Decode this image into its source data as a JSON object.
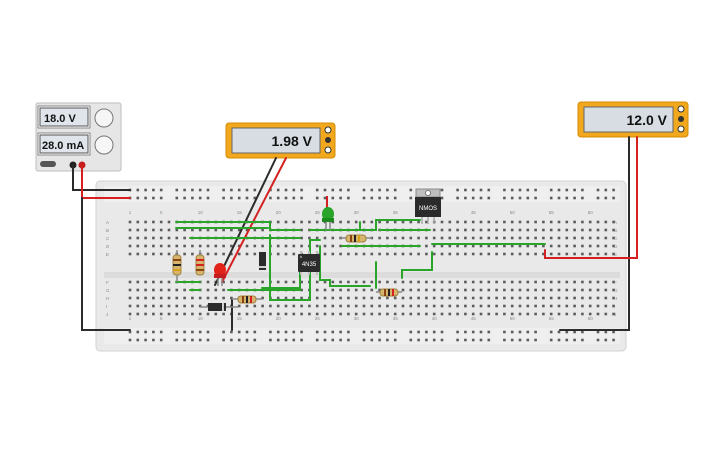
{
  "power_supply": {
    "voltage": "18.0 V",
    "current": "28.0 mA"
  },
  "meter_left": {
    "reading": "1.98 V"
  },
  "meter_right": {
    "reading": "12.0 V"
  },
  "chip_label": "4N35",
  "transistor_label": "NMOS",
  "breadboard": {
    "column_numbers": [
      "1",
      "5",
      "10",
      "15",
      "20",
      "25",
      "30",
      "35",
      "40",
      "45",
      "50",
      "55",
      "60"
    ],
    "row_letters_top": [
      "A",
      "B",
      "C",
      "D",
      "E"
    ],
    "row_letters_bottom": [
      "F",
      "G",
      "H",
      "I",
      "J"
    ]
  },
  "colors": {
    "meter_frame": "#f2a81d",
    "lcd": "#d7dde3",
    "wire_green": "#2aa52a",
    "wire_red": "#d42020",
    "wire_black": "#2b2b2b",
    "board": "#e8e8e8"
  }
}
